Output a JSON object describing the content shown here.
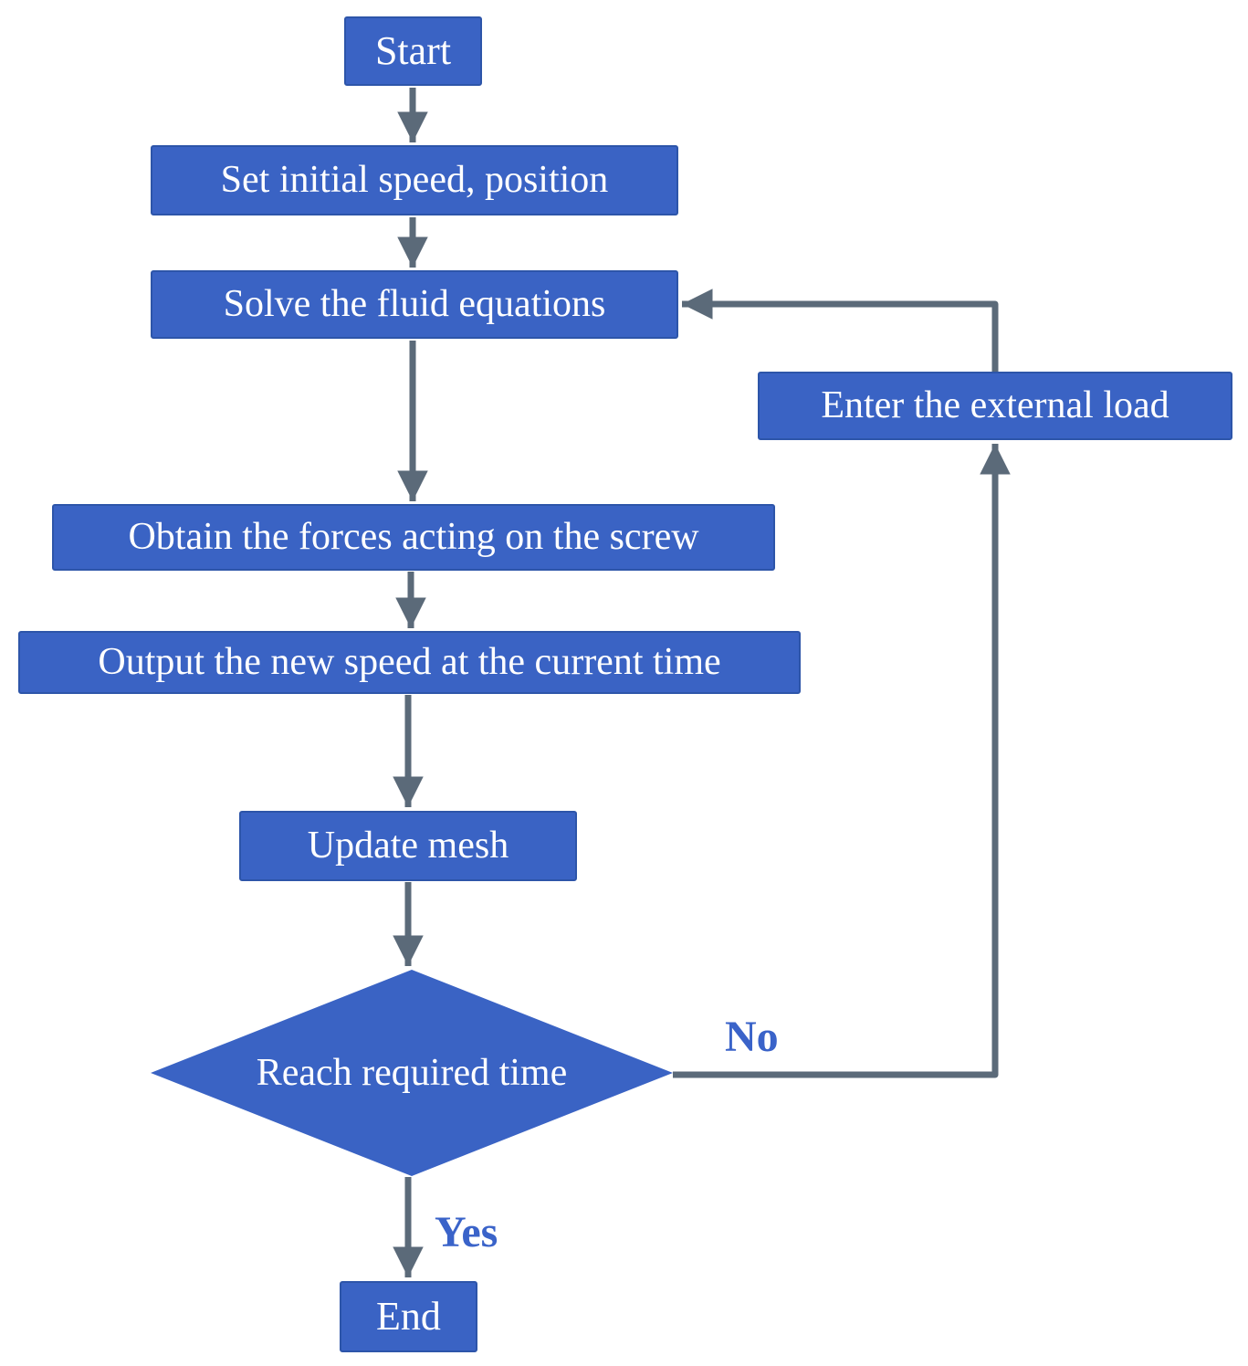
{
  "flowchart": {
    "nodes": {
      "start": {
        "label": "Start",
        "shape": "rectangle"
      },
      "set_initial": {
        "label": "Set initial speed, position",
        "shape": "rectangle"
      },
      "solve_fluid": {
        "label": "Solve the fluid equations",
        "shape": "rectangle"
      },
      "enter_load": {
        "label": "Enter the external load",
        "shape": "rectangle"
      },
      "obtain_forces": {
        "label": "Obtain the forces acting on the screw",
        "shape": "rectangle"
      },
      "output_speed": {
        "label": "Output the new speed at the current time",
        "shape": "rectangle"
      },
      "update_mesh": {
        "label": "Update mesh",
        "shape": "rectangle"
      },
      "reach_time": {
        "label": "Reach required time",
        "shape": "diamond"
      },
      "end": {
        "label": "End",
        "shape": "rectangle"
      }
    },
    "edges": [
      {
        "from": "start",
        "to": "set_initial"
      },
      {
        "from": "set_initial",
        "to": "solve_fluid"
      },
      {
        "from": "solve_fluid",
        "to": "obtain_forces"
      },
      {
        "from": "obtain_forces",
        "to": "output_speed"
      },
      {
        "from": "output_speed",
        "to": "update_mesh"
      },
      {
        "from": "update_mesh",
        "to": "reach_time"
      },
      {
        "from": "reach_time",
        "to": "end",
        "label": "Yes"
      },
      {
        "from": "reach_time",
        "to": "enter_load",
        "label": "No"
      },
      {
        "from": "enter_load",
        "to": "solve_fluid"
      }
    ],
    "edge_labels": {
      "yes": "Yes",
      "no": "No"
    },
    "colors": {
      "node_fill": "#3a63c4",
      "node_border": "#2d55a9",
      "node_text": "#ffffff",
      "arrow": "#5b6a79",
      "edge_label_text": "#3a63c9",
      "background": "#ffffff"
    }
  }
}
